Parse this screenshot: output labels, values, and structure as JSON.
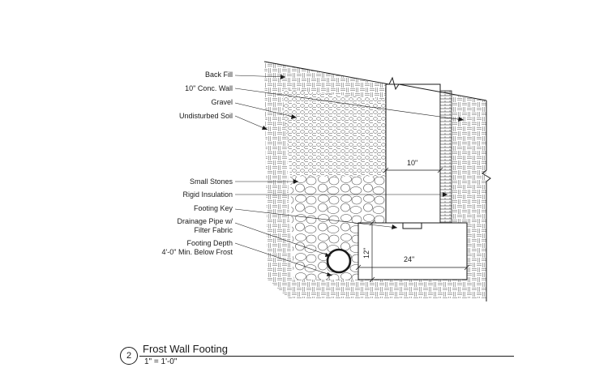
{
  "labels": {
    "back_fill": "Back Fill",
    "conc_wall": "10\" Conc. Wall",
    "gravel": "Gravel",
    "undisturbed_soil": "Undisturbed Soil",
    "small_stones": "Small Stones",
    "rigid_insulation": "Rigid Insulation",
    "footing_key": "Footing Key",
    "drainage_pipe_line1": "Drainage Pipe w/",
    "drainage_pipe_line2": "Filter Fabric",
    "footing_depth_line1": "Footing Depth",
    "footing_depth_line2": "4'-0\" Min. Below Frost"
  },
  "dimensions": {
    "wall_thickness": "10\"",
    "footing_height": "12\"",
    "footing_width": "24\""
  },
  "title_block": {
    "number": "2",
    "title": "Frost Wall Footing",
    "scale": "1\" = 1'-0\""
  }
}
